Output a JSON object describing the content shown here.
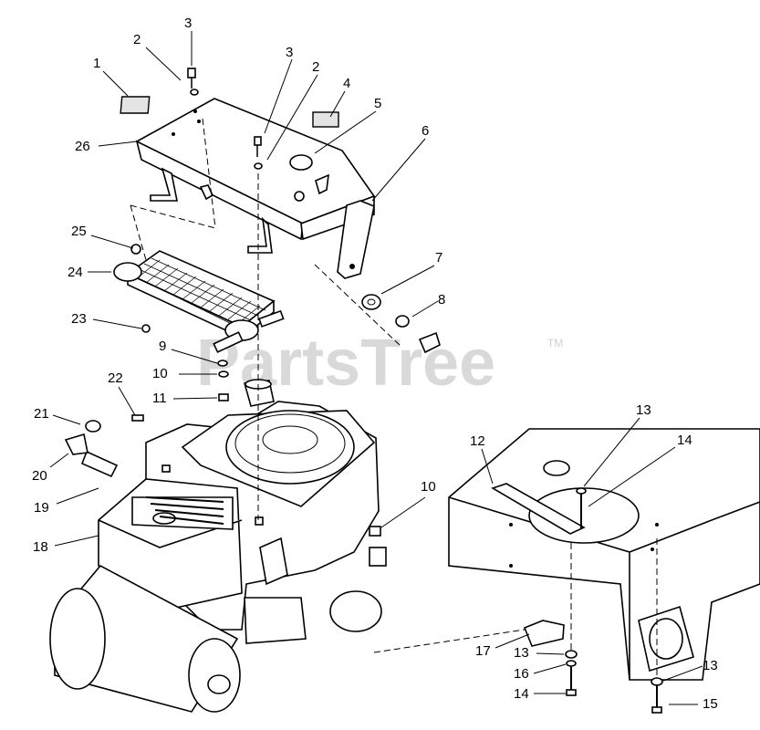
{
  "watermark": {
    "text": "PartsTree",
    "mark": "TM"
  },
  "callouts": [
    {
      "id": "c1",
      "label": "1"
    },
    {
      "id": "c2a",
      "label": "2"
    },
    {
      "id": "c3a",
      "label": "3"
    },
    {
      "id": "c3b",
      "label": "3"
    },
    {
      "id": "c2b",
      "label": "2"
    },
    {
      "id": "c4",
      "label": "4"
    },
    {
      "id": "c5",
      "label": "5"
    },
    {
      "id": "c6",
      "label": "6"
    },
    {
      "id": "c26",
      "label": "26"
    },
    {
      "id": "c25",
      "label": "25"
    },
    {
      "id": "c24",
      "label": "24"
    },
    {
      "id": "c23",
      "label": "23"
    },
    {
      "id": "c7",
      "label": "7"
    },
    {
      "id": "c8",
      "label": "8"
    },
    {
      "id": "c9",
      "label": "9"
    },
    {
      "id": "c10a",
      "label": "10"
    },
    {
      "id": "c11",
      "label": "11"
    },
    {
      "id": "c22",
      "label": "22"
    },
    {
      "id": "c21",
      "label": "21"
    },
    {
      "id": "c20",
      "label": "20"
    },
    {
      "id": "c19",
      "label": "19"
    },
    {
      "id": "c18",
      "label": "18"
    },
    {
      "id": "c10b",
      "label": "10"
    },
    {
      "id": "c12",
      "label": "12"
    },
    {
      "id": "c13a",
      "label": "13"
    },
    {
      "id": "c14a",
      "label": "14"
    },
    {
      "id": "c17",
      "label": "17"
    },
    {
      "id": "c13b",
      "label": "13"
    },
    {
      "id": "c16",
      "label": "16"
    },
    {
      "id": "c14b",
      "label": "14"
    },
    {
      "id": "c13c",
      "label": "13"
    },
    {
      "id": "c15",
      "label": "15"
    }
  ]
}
